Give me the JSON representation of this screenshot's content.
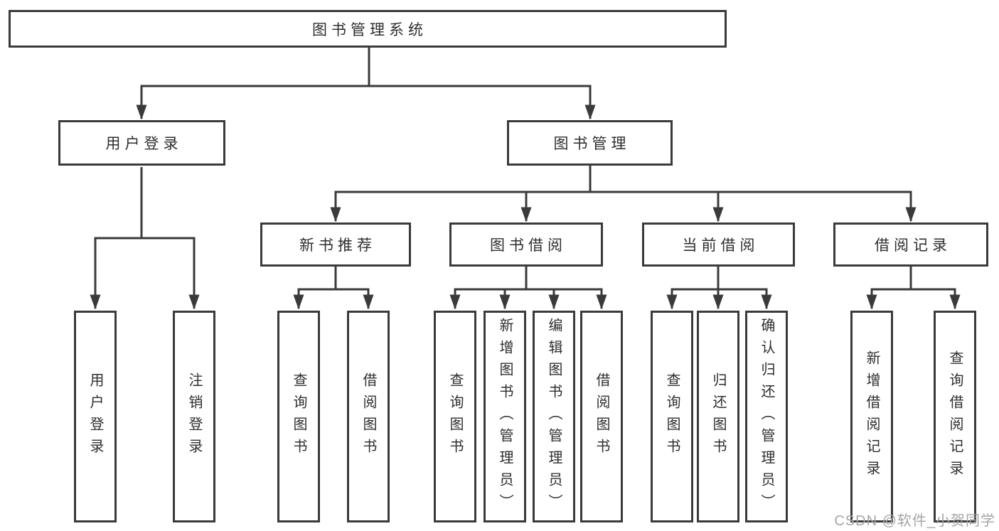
{
  "root": {
    "label": "图书管理系统"
  },
  "modules": [
    {
      "label": "用户登录",
      "features": [
        {
          "label": "用户登录"
        },
        {
          "label": "注销登录"
        }
      ]
    },
    {
      "label": "图书管理",
      "submodules": [
        {
          "label": "新书推荐",
          "features": [
            {
              "label": "查询图书"
            },
            {
              "label": "借阅图书"
            }
          ]
        },
        {
          "label": "图书借阅",
          "features": [
            {
              "label": "查询图书"
            },
            {
              "label": "新增图书（管理员）"
            },
            {
              "label": "编辑图书（管理员）"
            },
            {
              "label": "借阅图书"
            }
          ]
        },
        {
          "label": "当前借阅",
          "features": [
            {
              "label": "查询图书"
            },
            {
              "label": "归还图书"
            },
            {
              "label": "确认归还（管理员）"
            }
          ]
        },
        {
          "label": "借阅记录",
          "features": [
            {
              "label": "新增借阅记录"
            },
            {
              "label": "查询借阅记录"
            }
          ]
        }
      ]
    }
  ],
  "watermark": {
    "text": "CSDN @软件_小贺同学"
  },
  "colors": {
    "line": "#3a3a3a",
    "box_border": "#3a3a3a",
    "text": "#2e2e2e",
    "watermark": "#a5a5a5",
    "background": "#ffffff"
  }
}
